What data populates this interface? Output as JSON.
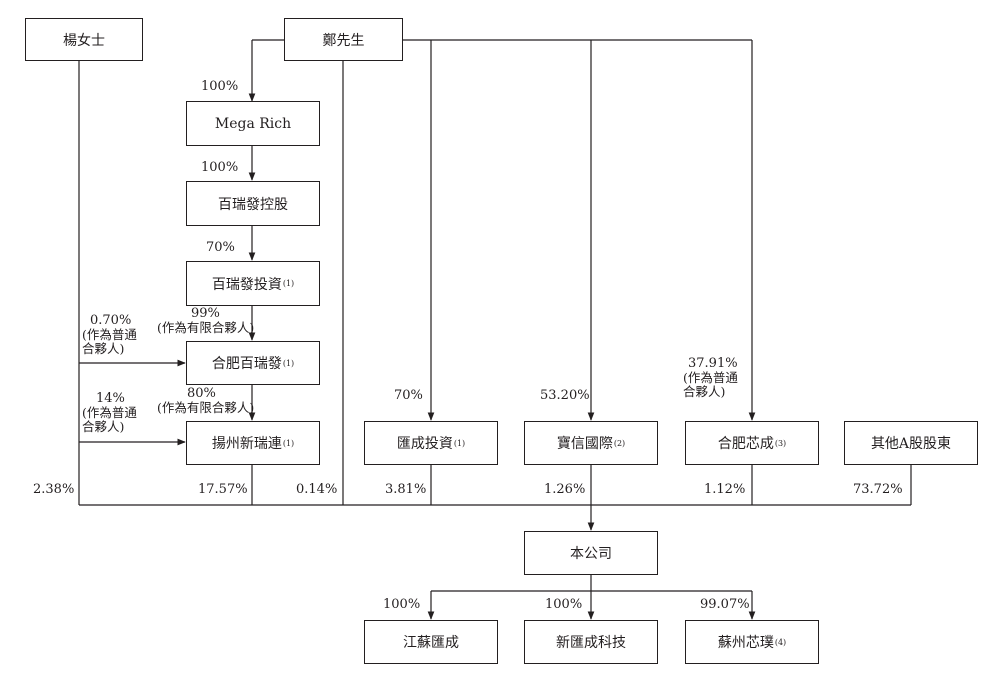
{
  "entities": {
    "ms_yang": {
      "name": "楊女士",
      "note": ""
    },
    "mr_zheng": {
      "name": "鄭先生",
      "note": ""
    },
    "mega_rich": {
      "name": "Mega Rich",
      "note": ""
    },
    "bairuifa_holding": {
      "name": "百瑞發控股",
      "note": ""
    },
    "bairuifa_invest": {
      "name": "百瑞發投資",
      "note": "(1)"
    },
    "hefei_bairuifa": {
      "name": "合肥百瑞發",
      "note": "(1)"
    },
    "yangzhou_xinruilian": {
      "name": "揚州新瑞連",
      "note": "(1)"
    },
    "huicheng_invest": {
      "name": "匯成投資",
      "note": "(1)"
    },
    "baoxin_intl": {
      "name": "寶信國際",
      "note": "(2)"
    },
    "hefei_xincheng": {
      "name": "合肥芯成",
      "note": "(3)"
    },
    "other_a_share": {
      "name": "其他A股股東",
      "note": ""
    },
    "company": {
      "name": "本公司",
      "note": ""
    },
    "jiangsu_huicheng": {
      "name": "江蘇匯成",
      "note": ""
    },
    "xin_huicheng_tech": {
      "name": "新匯成科技",
      "note": ""
    },
    "suzhou_xinpu": {
      "name": "蘇州芯璞",
      "note": "(4)"
    }
  },
  "ownership": {
    "zheng_megarich": "100%",
    "megarich_holding": "100%",
    "holding_invest": "70%",
    "invest_hefei": "99%",
    "invest_hefei_role": "(作為有限合夥人)",
    "yang_hefei": "0.70%",
    "yang_hefei_role_1": "(作為普通",
    "yang_hefei_role_2": "合夥人)",
    "hefei_yangzhou": "80%",
    "hefei_yangzhou_role": "(作為有限合夥人)",
    "yang_yangzhou": "14%",
    "yang_yangzhou_role_1": "(作為普通",
    "yang_yangzhou_role_2": "合夥人)",
    "zheng_huicheng": "70%",
    "zheng_baoxin": "53.20%",
    "zheng_hefeixc": "37.91%",
    "zheng_hefeixc_role_1": "(作為普通",
    "zheng_hefeixc_role_2": "合夥人)"
  },
  "company_shareholding": {
    "ms_yang": "2.38%",
    "yangzhou_xinruilian": "17.57%",
    "mr_zheng": "0.14%",
    "huicheng_invest": "3.81%",
    "baoxin_intl": "1.26%",
    "hefei_xincheng": "1.12%",
    "other_a_share": "73.72%"
  },
  "subsidiaries": {
    "jiangsu_huicheng": "100%",
    "xin_huicheng_tech": "100%",
    "suzhou_xinpu": "99.07%"
  }
}
